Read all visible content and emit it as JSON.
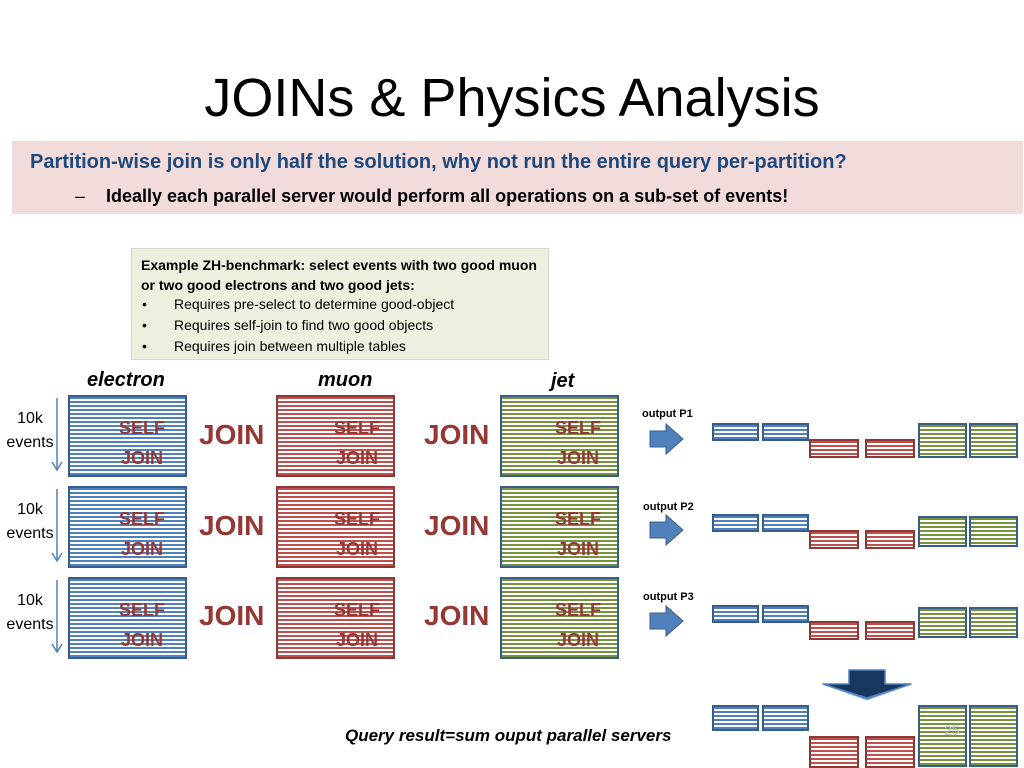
{
  "title": "JOINs & Physics Analysis",
  "banner": {
    "question": "Partition-wise join is only half the solution, why not run the entire query per-partition?",
    "dash": "–",
    "statement": "Ideally each parallel server would perform all operations on a sub-set of events!"
  },
  "info_box": {
    "title": "Example ZH-benchmark: select events with two good muon or two good electrons and two good jets:",
    "bullet_symbol": "•",
    "bullets": [
      "Requires pre-select to determine good-object",
      "Requires self-join to find two good objects",
      "Requires join between multiple tables"
    ]
  },
  "columns": [
    {
      "label": "electron",
      "color": "#1f6eb4"
    },
    {
      "label": "muon",
      "color": "#c00000"
    },
    {
      "label": "jet",
      "color": "#4f6228"
    }
  ],
  "rows": [
    {
      "events_line1": "10k",
      "events_line2": "events",
      "output_label": "output P1"
    },
    {
      "events_line1": "10k",
      "events_line2": "events",
      "output_label": "output P2"
    },
    {
      "events_line1": "10k",
      "events_line2": "events",
      "output_label": "output P3"
    }
  ],
  "self_join": {
    "line1": "SELF",
    "line2": "JOIN"
  },
  "join_word": "JOIN",
  "result_text": "Query result=sum ouput parallel servers",
  "page_number": "25",
  "colors": {
    "electron_border": "#385d8a",
    "electron_stripe": "#4f81bd",
    "muon_border": "#8c3836",
    "muon_stripe": "#c0504d",
    "jet_border": "#385d8a",
    "jet_stripe": "#76923c",
    "arrow_fill": "#4f81bd",
    "join_text": "#953735"
  }
}
